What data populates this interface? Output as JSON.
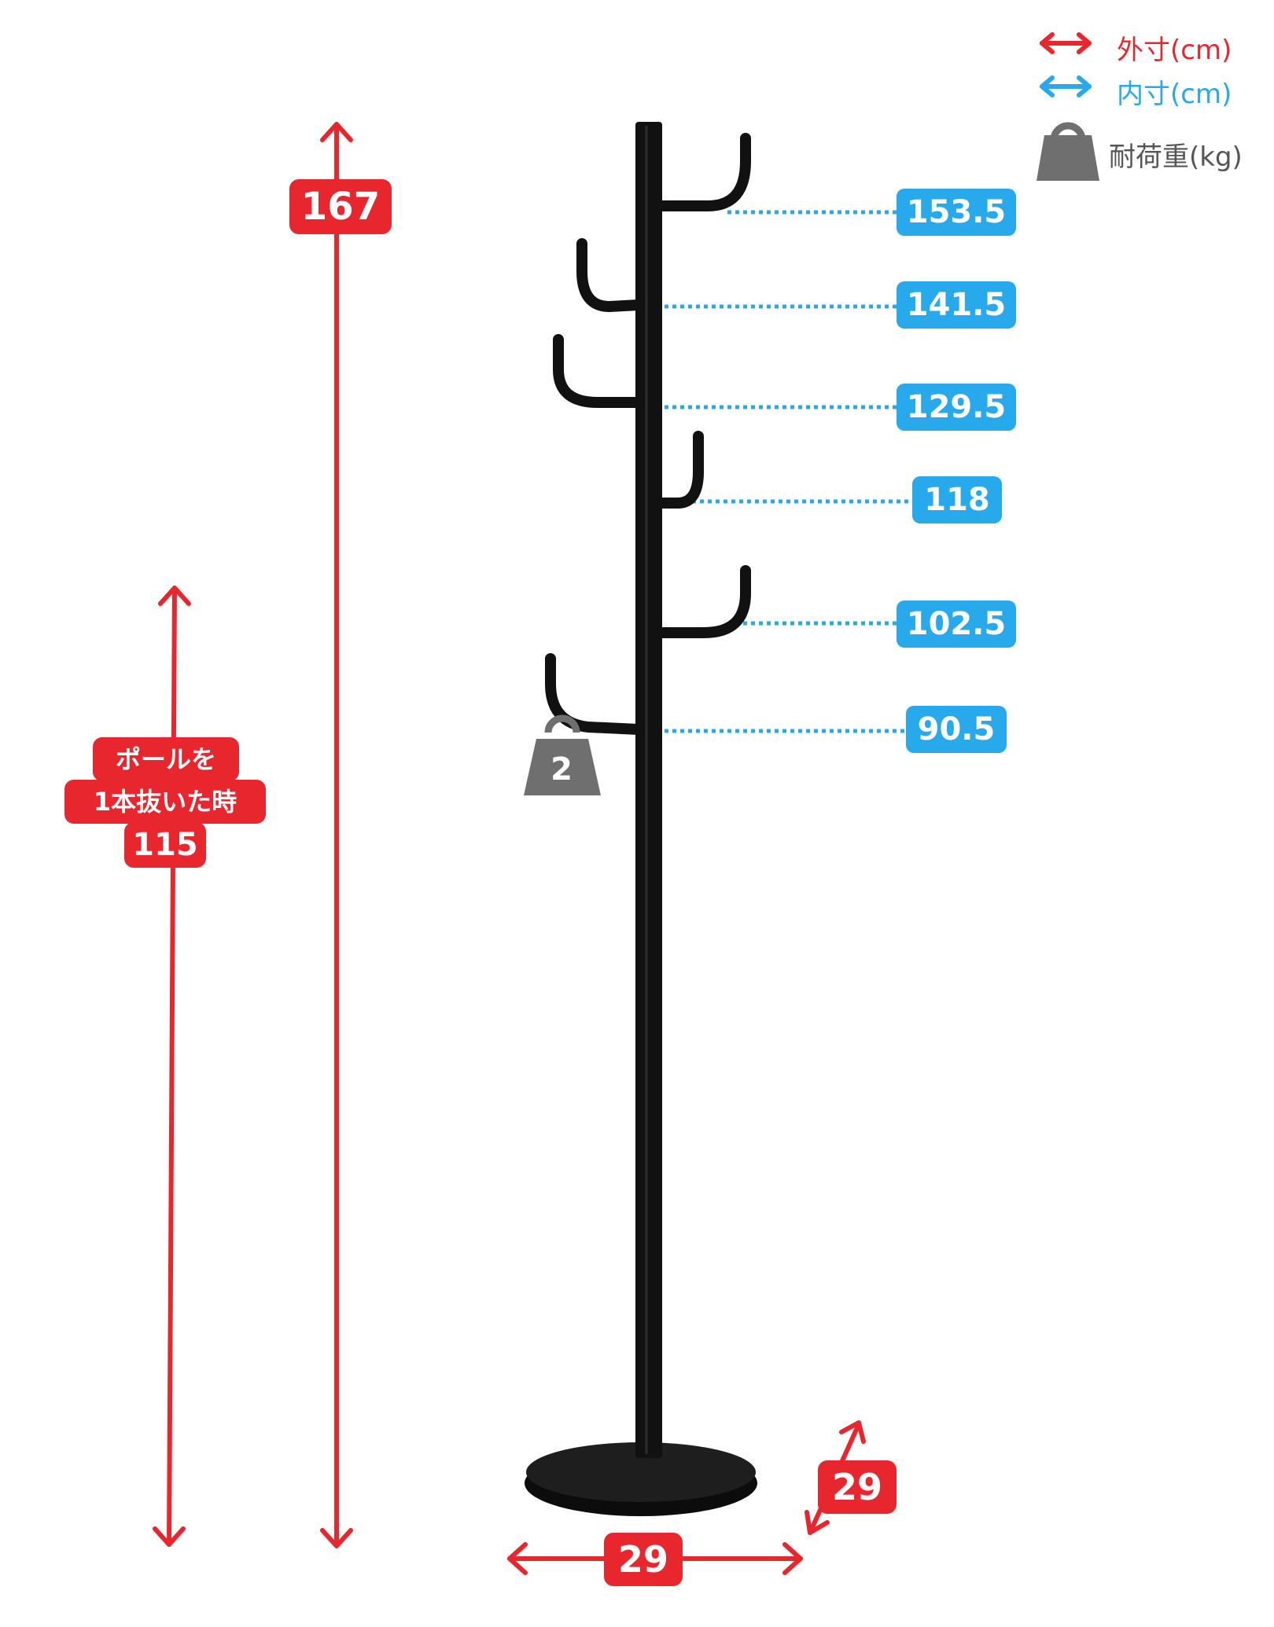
{
  "legend": {
    "outer_label": "外寸(cm)",
    "inner_label": "内寸(cm)",
    "load_label": "耐荷重(kg)",
    "outer_color": "#e8262d",
    "inner_color": "#27a9ec",
    "load_color": "#6f6f6f"
  },
  "dimensions": {
    "total_height": "167",
    "reduced_height_note_line1": "ポールを",
    "reduced_height_note_line2": "1本抜いた時",
    "reduced_height_value": "115",
    "base_width": "29",
    "base_depth": "29"
  },
  "hook_heights": [
    "153.5",
    "141.5",
    "129.5",
    "118",
    "102.5",
    "90.5"
  ],
  "hook_load": "2",
  "product": {
    "name_icon": "coat-hanger-stand-icon",
    "color": "#111111"
  }
}
